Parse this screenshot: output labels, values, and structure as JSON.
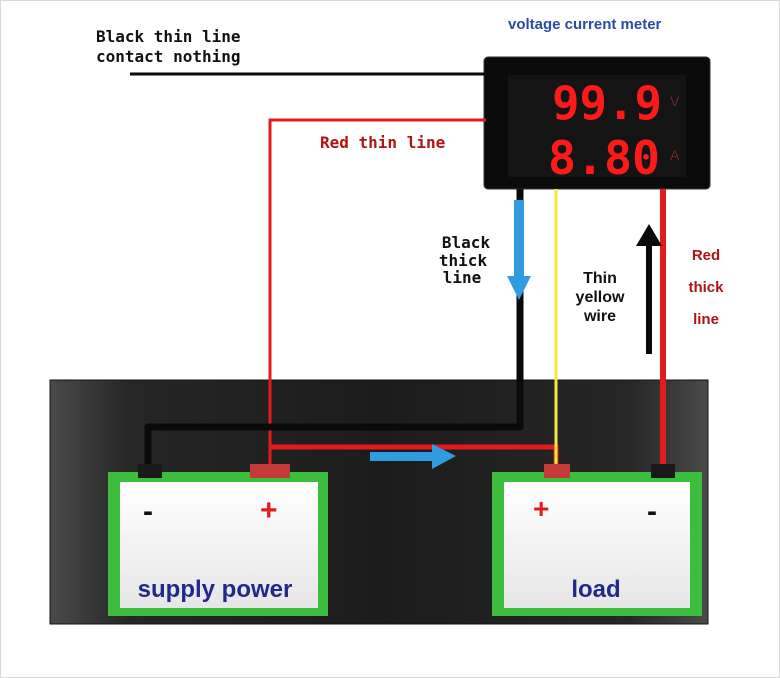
{
  "meter": {
    "title": "voltage  current meter",
    "voltage_reading": "99.9",
    "current_reading": "8.80",
    "voltage_unit": "V",
    "current_unit": "A"
  },
  "labels": {
    "black_thin_1": "Black thin line",
    "black_thin_2": "contact nothing",
    "red_thin": "Red thin line",
    "black_thick_1": "Black",
    "black_thick_2": "thick",
    "black_thick_3": "line",
    "yellow_1": "Thin",
    "yellow_2": "yellow",
    "yellow_3": "wire",
    "red_thick_1": "Red",
    "red_thick_2": "thick",
    "red_thick_3": "line"
  },
  "supply": {
    "name": "supply power",
    "neg": "-",
    "pos": "+"
  },
  "load": {
    "name": "load",
    "pos": "+",
    "neg": "-"
  },
  "colors": {
    "wire_red": "#e41b1b",
    "wire_black": "#0a0a0a",
    "wire_yellow": "#f5e642",
    "arrow_blue": "#2f9be0",
    "board": "#2a2a2a",
    "battery_green": "#3cbd3c",
    "label_navy": "#1f2a8c",
    "led_red": "#ff1a1a",
    "title_blue": "#2b4aa8",
    "red_text": "#b01414"
  }
}
